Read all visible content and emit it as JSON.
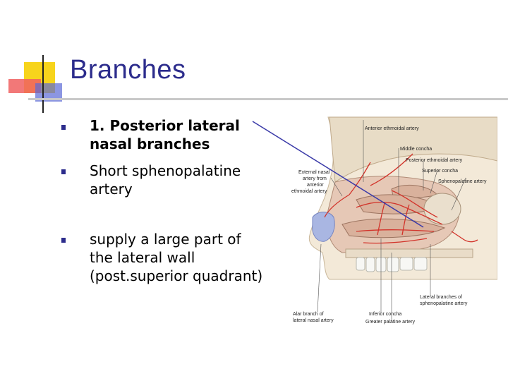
{
  "slide": {
    "title": "Branches",
    "bullets": [
      {
        "lines": [
          "1. Posterior lateral",
          "nasal branches"
        ],
        "bold": true
      },
      {
        "lines": [
          "Short sphenopalatine",
          "artery"
        ],
        "bold": false
      },
      {
        "lines": [
          "supply a large part of",
          "the lateral wall",
          "(post.superior quadrant)"
        ],
        "bold": false
      }
    ]
  },
  "figure": {
    "labels": {
      "anterior_ethmoidal": "Anterior ethmoidal artery",
      "middle_concha": "Middle concha",
      "posterior_ethmoidal": "Posterior ethmoidal artery",
      "superior_concha": "Superior concha",
      "sphenopalatine": "Sphenopalatine artery",
      "external_nasal": [
        "External nasal",
        "artery from",
        "anterior",
        "ethmoidal artery"
      ],
      "lateral_branches": [
        "Lateral branches of",
        "sphenopalatine artery"
      ],
      "alar_branch": [
        "Alar branch of",
        "lateral nasal artery"
      ],
      "inferior_concha": "Inferior concha",
      "greater_palatine": "Greater palatine artery"
    }
  },
  "colors": {
    "title": "#2c2c8c",
    "accent_yellow": "#f5d020",
    "accent_red": "#e84040",
    "accent_blue": "#4a5ad0",
    "pointer_line": "#3a3aa8"
  }
}
